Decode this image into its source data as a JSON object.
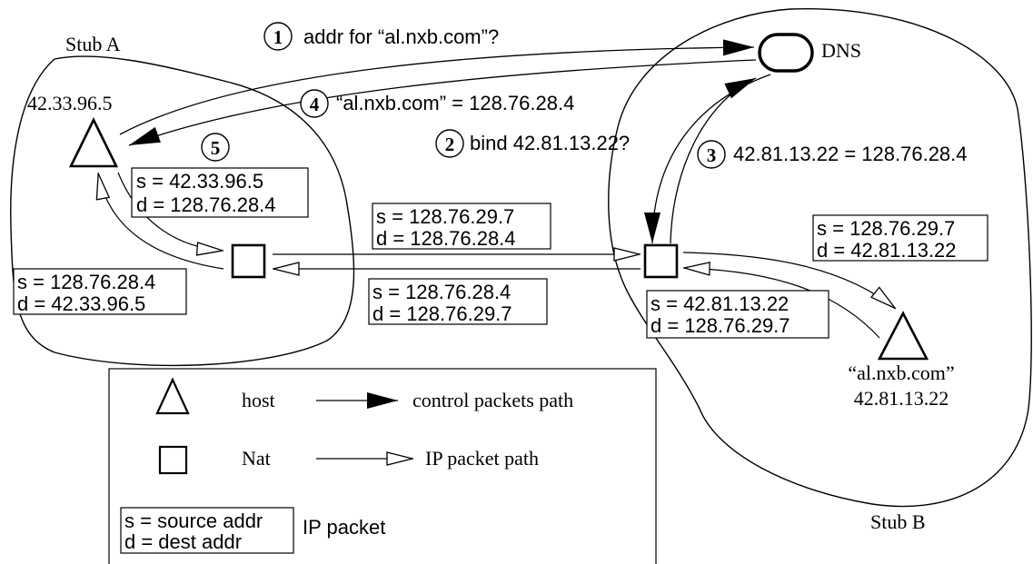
{
  "regions": {
    "stub_a": "Stub A",
    "stub_b": "Stub B"
  },
  "dns": {
    "label": "DNS"
  },
  "hosts": {
    "a": {
      "address": "42.33.96.5"
    },
    "b": {
      "name": "“al.nxb.com”",
      "address": "42.81.13.22"
    }
  },
  "steps": [
    {
      "num": "1",
      "text": "addr for “al.nxb.com”?"
    },
    {
      "num": "4",
      "text": "“al.nxb.com” = 128.76.28.4"
    },
    {
      "num": "2",
      "text": "bind 42.81.13.22?"
    },
    {
      "num": "3",
      "text": "42.81.13.22 = 128.76.28.4"
    },
    {
      "num": "5",
      "text": ""
    }
  ],
  "packets": [
    {
      "s": "s = 42.33.96.5",
      "d": "d = 128.76.28.4"
    },
    {
      "s": "s = 128.76.29.7",
      "d": "d = 128.76.28.4"
    },
    {
      "s": "s = 128.76.29.7",
      "d": "d = 42.81.13.22"
    },
    {
      "s": "s = 128.76.28.4",
      "d": "d = 42.33.96.5"
    },
    {
      "s": "s = 128.76.28.4",
      "d": "d = 128.76.29.7"
    },
    {
      "s": "s = 42.81.13.22",
      "d": "d = 128.76.29.7"
    }
  ],
  "legend": {
    "host": "host",
    "nat": "Nat",
    "control": "control packets path",
    "ip_path": "IP packet path",
    "source": "s = source addr",
    "dest": "d = dest addr",
    "ip_packet": "IP packet"
  },
  "colors": {
    "stroke": "#000000",
    "background": "#ffffff"
  }
}
